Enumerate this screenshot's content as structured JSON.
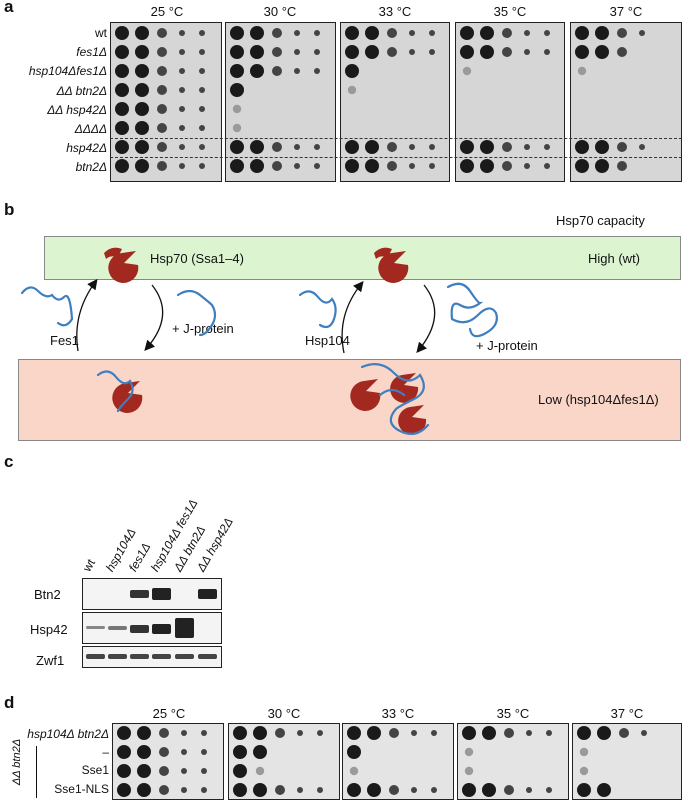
{
  "panels": {
    "a": {
      "letter": "a",
      "temperatures": [
        "25 °C",
        "30 °C",
        "33 °C",
        "35 °C",
        "37 °C"
      ],
      "strains": [
        "wt",
        "fes1Δ",
        "hsp104Δfes1Δ",
        "ΔΔ btn2Δ",
        "ΔΔ hsp42Δ",
        "ΔΔΔΔ",
        "hsp42Δ",
        "btn2Δ"
      ]
    },
    "b": {
      "letter": "b",
      "capacity_title": "Hsp70 capacity",
      "hsp70_label": "Hsp70 (Ssa1–4)",
      "high_label": "High (wt)",
      "low_label": "Low (hsp104Δfes1Δ)",
      "fes1_label": "Fes1",
      "hsp104_label": "Hsp104",
      "jprotein_label_1": "+ J-protein",
      "jprotein_label_2": "+ J-protein",
      "colors": {
        "high_bg": "#dcf5d0",
        "low_bg": "#f9d6c8",
        "hsp70": "#a3281f",
        "substrate": "#3f7fc0"
      }
    },
    "c": {
      "letter": "c",
      "lanes": [
        "wt",
        "hsp104Δ",
        "fes1Δ",
        "hsp104Δ fes1Δ",
        "ΔΔ btn2Δ",
        "ΔΔ hsp42Δ"
      ],
      "blots": [
        "Btn2",
        "Hsp42",
        "Zwf1"
      ]
    },
    "d": {
      "letter": "d",
      "temperatures": [
        "25 °C",
        "30 °C",
        "33 °C",
        "35 °C",
        "37 °C"
      ],
      "header_strain": "hsp104Δ btn2Δ",
      "group_label": "ΔΔ btn2Δ",
      "rows": [
        "–",
        "Sse1",
        "Sse1-NLS"
      ]
    }
  }
}
